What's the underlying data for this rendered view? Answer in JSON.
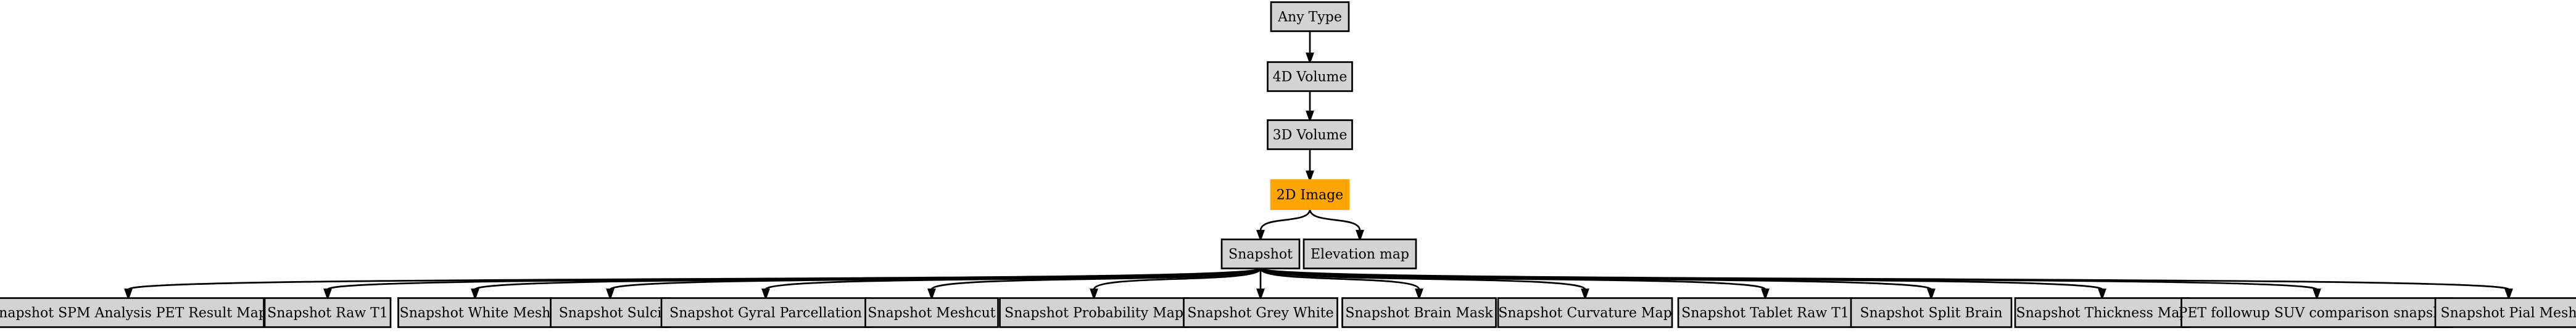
{
  "diagram": {
    "nodes": {
      "any_type": "Any Type",
      "volume_4d": "4D Volume",
      "volume_3d": "3D Volume",
      "image_2d": "2D Image",
      "snapshot": "Snapshot",
      "elevation_map": "Elevation map",
      "spm_pet": "Snapshot SPM Analysis PET Result Map",
      "raw_t1": "Snapshot Raw T1",
      "white_mesh": "Snapshot White Mesh",
      "sulci": "Snapshot Sulci",
      "gyral": "Snapshot Gyral Parcellation",
      "meshcut": "Snapshot Meshcut",
      "probability": "Snapshot Probability Map",
      "grey_white": "Snapshot Grey White",
      "brain_mask": "Snapshot Brain Mask",
      "curvature": "Snapshot Curvature Map",
      "tablet_raw_t1": "Snapshot Tablet Raw T1",
      "split_brain": "Snapshot Split Brain",
      "thickness": "Snapshot Thickness Map",
      "pet_suv": "PET followup SUV comparison snapshot",
      "pial_mesh": "Snapshot Pial Mesh"
    },
    "edges": [
      [
        "any_type",
        "volume_4d"
      ],
      [
        "volume_4d",
        "volume_3d"
      ],
      [
        "volume_3d",
        "image_2d"
      ],
      [
        "image_2d",
        "snapshot"
      ],
      [
        "image_2d",
        "elevation_map"
      ],
      [
        "snapshot",
        "spm_pet"
      ],
      [
        "snapshot",
        "raw_t1"
      ],
      [
        "snapshot",
        "white_mesh"
      ],
      [
        "snapshot",
        "sulci"
      ],
      [
        "snapshot",
        "gyral"
      ],
      [
        "snapshot",
        "meshcut"
      ],
      [
        "snapshot",
        "probability"
      ],
      [
        "snapshot",
        "grey_white"
      ],
      [
        "snapshot",
        "brain_mask"
      ],
      [
        "snapshot",
        "curvature"
      ],
      [
        "snapshot",
        "tablet_raw_t1"
      ],
      [
        "snapshot",
        "split_brain"
      ],
      [
        "snapshot",
        "thickness"
      ],
      [
        "snapshot",
        "pet_suv"
      ],
      [
        "snapshot",
        "pial_mesh"
      ]
    ],
    "highlighted_node": "image_2d",
    "colors": {
      "node_fill": "#d3d3d3",
      "highlight_fill": "#ffa500",
      "stroke": "#000000"
    }
  }
}
